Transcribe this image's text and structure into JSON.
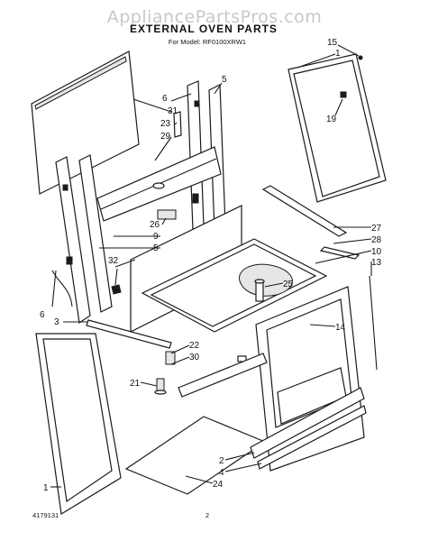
{
  "watermark": "AppliancePartsPros.com",
  "title": "EXTERNAL OVEN PARTS",
  "model_line": "For Model: RF0100XRW1",
  "footer": {
    "left": "4179131",
    "center": "2"
  },
  "callouts": [
    "15",
    "1",
    "5",
    "6",
    "31",
    "23",
    "29",
    "19",
    "26",
    "27",
    "28",
    "10",
    "13",
    "9",
    "5",
    "32",
    "25",
    "6",
    "14",
    "3",
    "22",
    "30",
    "21",
    "2",
    "4",
    "24",
    "1"
  ]
}
